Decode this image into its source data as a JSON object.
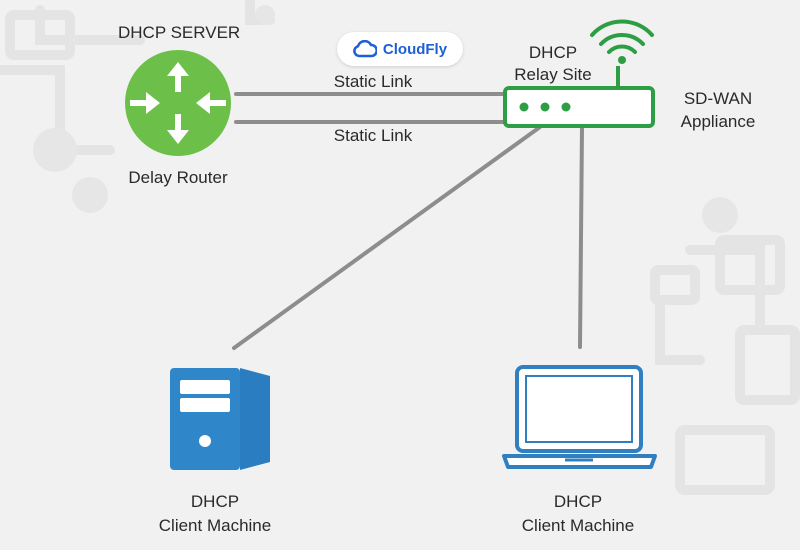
{
  "logo": {
    "text": "CloudFly"
  },
  "nodes": {
    "server": {
      "title": "DHCP SERVER",
      "caption": "Delay Router"
    },
    "relay": {
      "line1": "DHCP",
      "line2": "Relay Site"
    },
    "appliance": {
      "line1": "SD-WAN",
      "line2": "Appliance"
    },
    "client_desktop": {
      "line1": "DHCP",
      "line2": "Client Machine"
    },
    "client_laptop": {
      "line1": "DHCP",
      "line2": "Client Machine"
    }
  },
  "links": [
    {
      "label": "Static Link"
    },
    {
      "label": "Static Link"
    }
  ],
  "colors": {
    "router_green": "#6cc04a",
    "relay_green": "#2e9e45",
    "client_blue": "#2f86c9",
    "laptop_blue": "#2f7fc1",
    "link_gray": "#8d8d8d",
    "logo_blue": "#1f5fd6"
  }
}
